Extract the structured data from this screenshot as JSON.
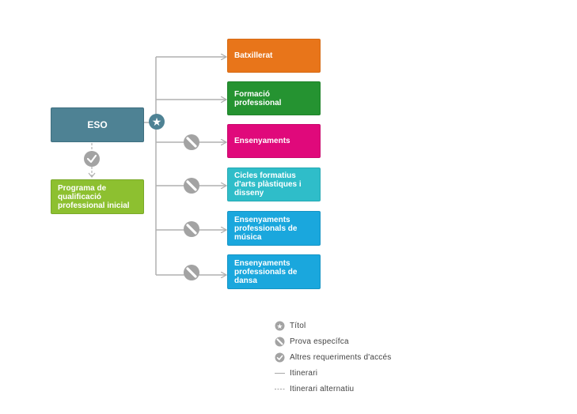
{
  "diagram": {
    "origin": {
      "label": "ESO"
    },
    "alternative": {
      "label": "Programa de qualificació professional inicial"
    },
    "destinations": [
      {
        "label": "Batxillerat",
        "color": "#e8751a"
      },
      {
        "label": "Formació professional",
        "color": "#259331"
      },
      {
        "label": "Ensenyaments",
        "color": "#e0097b"
      },
      {
        "label": "Cicles formatius d'arts plàstiques i disseny",
        "color": "#2fbdc9"
      },
      {
        "label": "Ensenyaments professionals de música",
        "color": "#1aa7dd"
      },
      {
        "label": "Ensenyaments professionals de dansa",
        "color": "#1aa7dd"
      }
    ],
    "colors": {
      "origin": "#4e8294",
      "alternative": "#8dc030",
      "connector": "#b0b0b0",
      "badge_title": "#4e8294",
      "badge_other": "#a3a3a3"
    },
    "icons": {
      "title": "star-badge-icon",
      "test": "pencil-badge-icon",
      "requirements": "checkmark-badge-icon"
    }
  },
  "legend": {
    "title": "Títol",
    "test": "Prova específca",
    "requirements": "Altres requeriments d'accés",
    "itinerary": "Itinerari",
    "alt_itinerary": "Itinerari alternatiu"
  }
}
